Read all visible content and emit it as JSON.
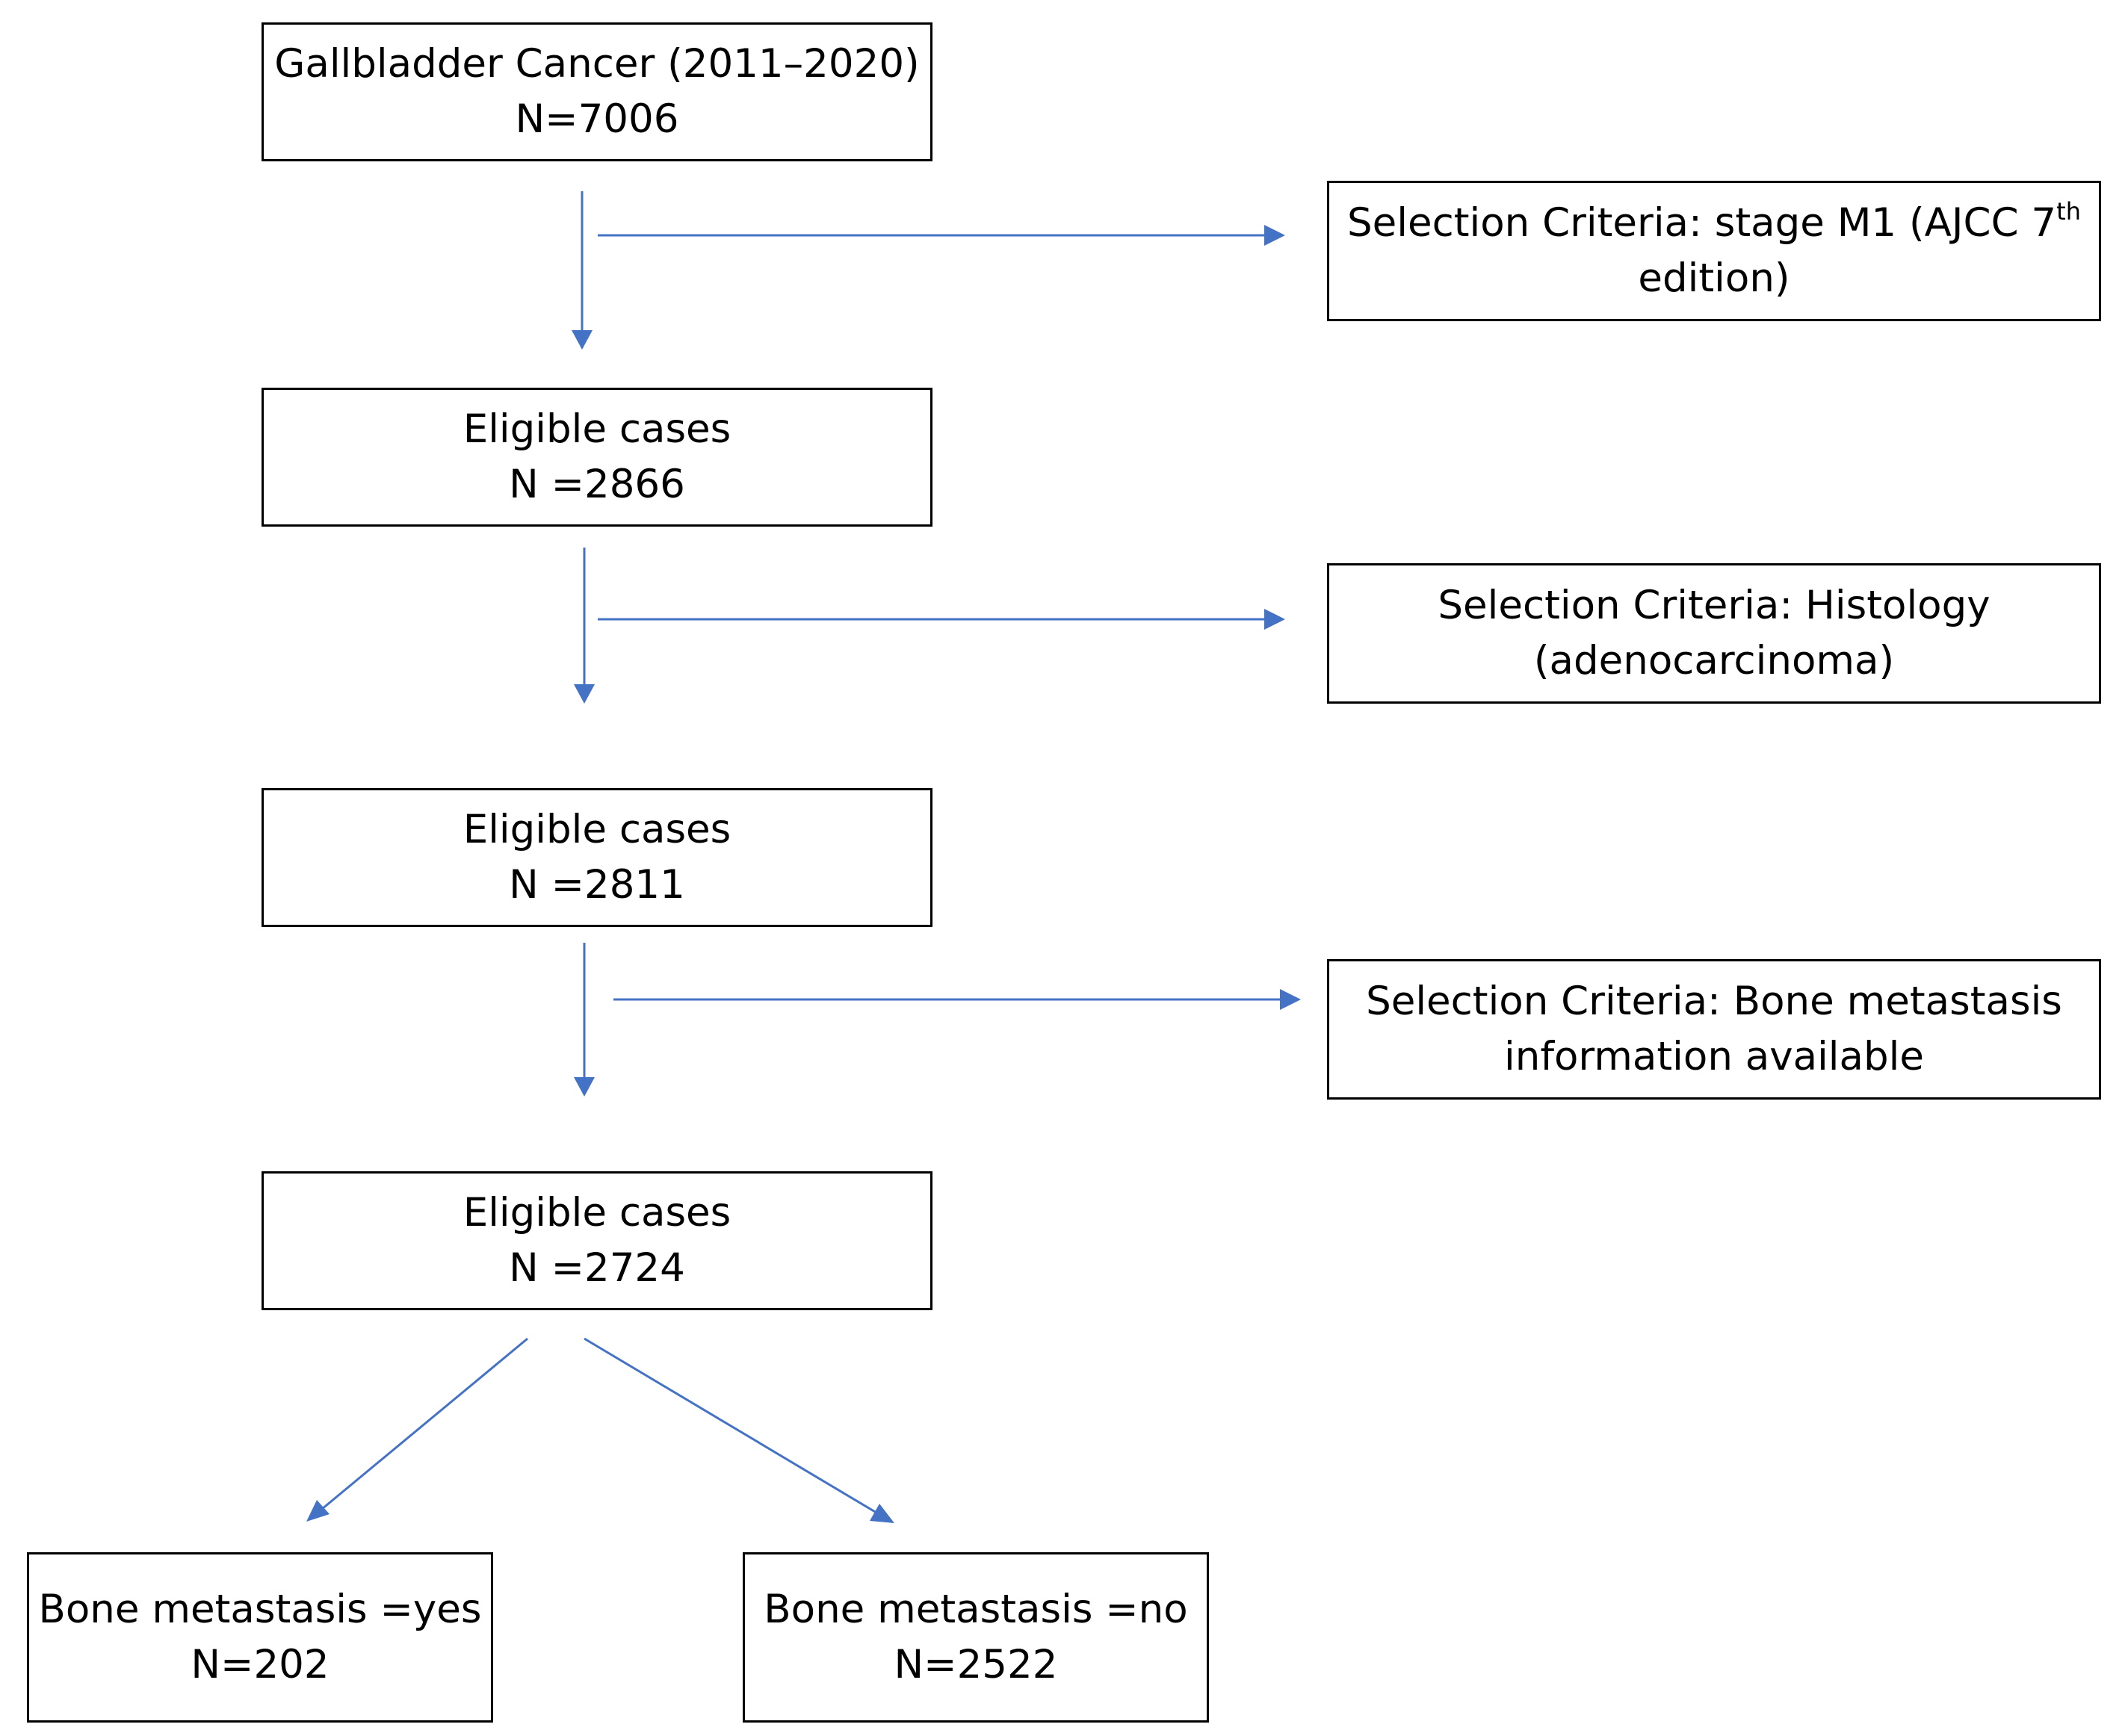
{
  "colors": {
    "arrow": "#4472c4",
    "box_border": "#000000",
    "background": "#ffffff"
  },
  "start": {
    "line1": "Gallbladder Cancer (2011–2020)",
    "line2": "N=7006"
  },
  "criteria": [
    {
      "line1_prefix": "Selection Criteria: stage M1 (AJCC 7",
      "line1_sup": "th",
      "line2": "edition)"
    },
    {
      "line1": "Selection Criteria: Histology",
      "line2": "(adenocarcinoma)"
    },
    {
      "line1": "Selection Criteria: Bone metastasis",
      "line2": "information available"
    }
  ],
  "eligible": [
    {
      "label": "Eligible cases",
      "count": "N =2866"
    },
    {
      "label": "Eligible cases",
      "count": "N =2811"
    },
    {
      "label": "Eligible cases",
      "count": "N =2724"
    }
  ],
  "outcomes": {
    "yes": {
      "label": "Bone metastasis =yes",
      "count": "N=202"
    },
    "no": {
      "label": "Bone metastasis =no",
      "count": "N=2522"
    }
  }
}
